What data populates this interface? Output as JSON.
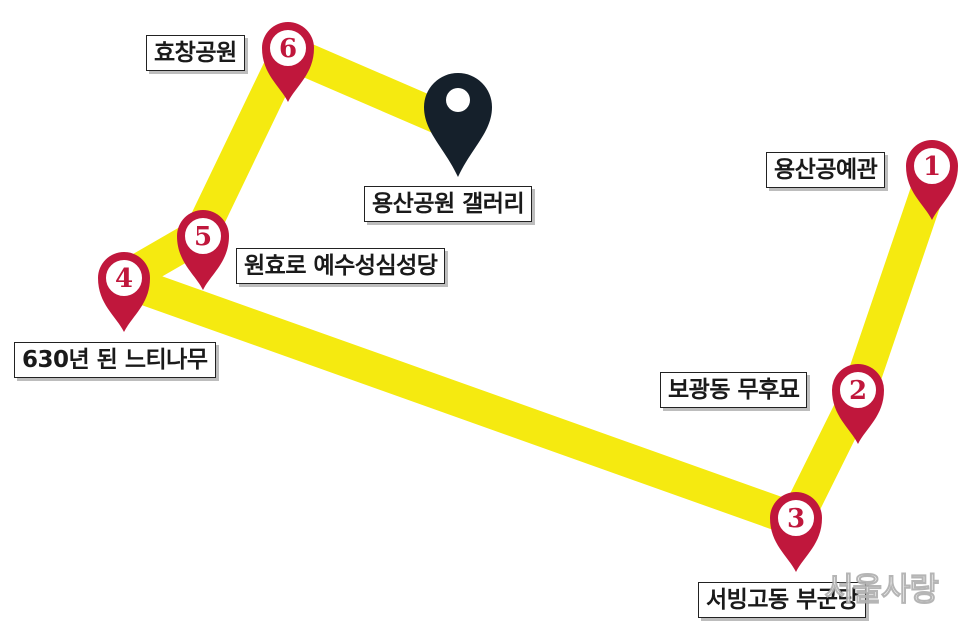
{
  "colors": {
    "route": "#f5ea10",
    "pin_fill": "#c0173c",
    "pin_inner": "#ffffff",
    "gallery_pin": "#15202b"
  },
  "route_order": [
    "1",
    "2",
    "3",
    "4",
    "5",
    "6"
  ],
  "stops": [
    {
      "number": "1",
      "name": "용산공예관",
      "icon": "map-pin-icon"
    },
    {
      "number": "2",
      "name": "보광동 무후묘",
      "icon": "map-pin-icon"
    },
    {
      "number": "3",
      "name": "서빙고동 부군당",
      "icon": "map-pin-icon"
    },
    {
      "number": "4",
      "name": "630년 된 느티나무",
      "icon": "map-pin-icon"
    },
    {
      "number": "5",
      "name": "원효로 예수성심성당",
      "icon": "map-pin-icon"
    },
    {
      "number": "6",
      "name": "효창공원",
      "icon": "map-pin-icon"
    }
  ],
  "gallery": {
    "name": "용산공원 갤러리",
    "icon": "location-pin-icon"
  },
  "watermark": "서울사랑"
}
